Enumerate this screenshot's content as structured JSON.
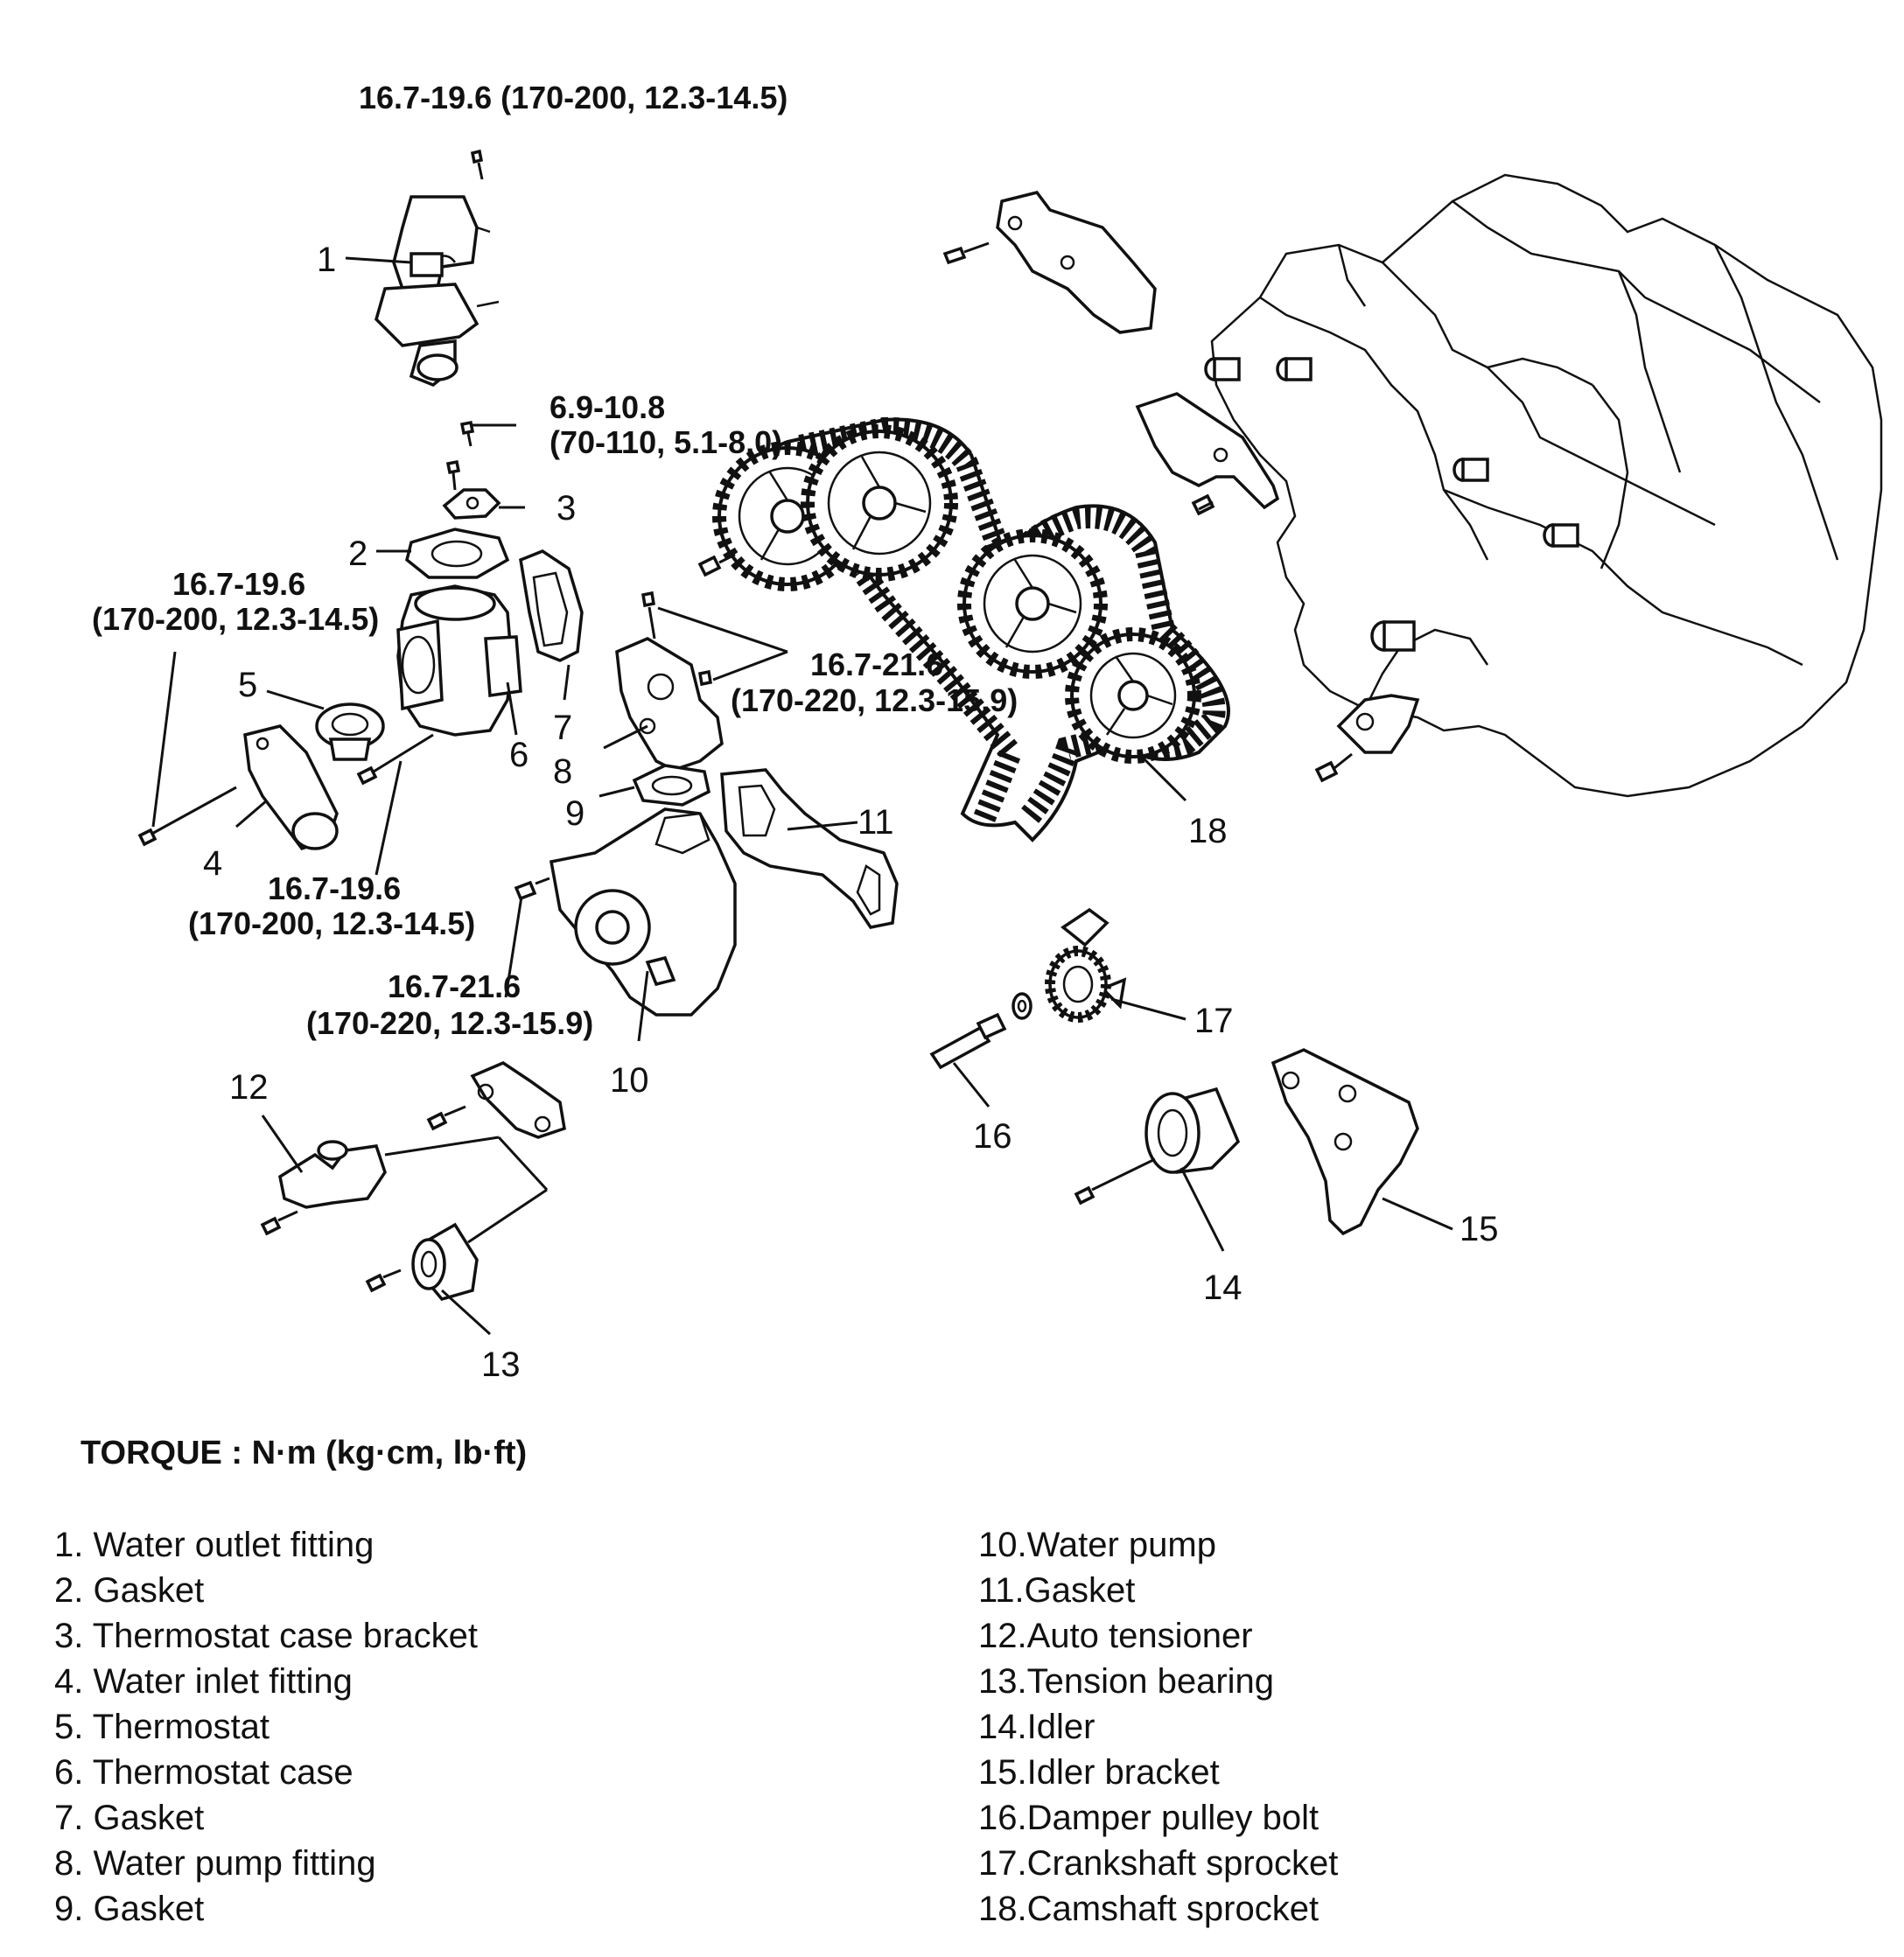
{
  "torque_specs": {
    "water_outlet_bolt": "16.7-19.6 (170-200, 12.3-14.5)",
    "bracket_bolt_line1": "6.9-10.8",
    "bracket_bolt_line2": "(70-110, 5.1-8.0)",
    "case_left_line1": "16.7-19.6",
    "case_left_line2": "(170-200, 12.3-14.5)",
    "pump_fitting_line1": "16.7-21.6",
    "pump_fitting_line2": "(170-220, 12.3-15.9)",
    "inlet_bolt_line1": "16.7-19.6",
    "inlet_bolt_line2": "(170-200, 12.3-14.5)",
    "pump_bolt_line1": "16.7-21.6",
    "pump_bolt_line2": "(170-220, 12.3-15.9)"
  },
  "callouts": [
    "1",
    "2",
    "3",
    "4",
    "5",
    "6",
    "7",
    "8",
    "9",
    "10",
    "11",
    "12",
    "13",
    "14",
    "15",
    "16",
    "17",
    "18"
  ],
  "torque_heading": "TORQUE : N·m (kg·cm, lb·ft)",
  "legend_left": [
    "1. Water outlet fitting",
    "2. Gasket",
    "3. Thermostat case bracket",
    "4. Water inlet fitting",
    "5. Thermostat",
    "6. Thermostat case",
    "7. Gasket",
    "8. Water pump fitting",
    "9. Gasket"
  ],
  "legend_right": [
    "10.Water pump",
    "11.Gasket",
    "12.Auto tensioner",
    "13.Tension bearing",
    "14.Idler",
    "15.Idler bracket",
    "16.Damper pulley bolt",
    "17.Crankshaft sprocket",
    "18.Camshaft sprocket"
  ]
}
